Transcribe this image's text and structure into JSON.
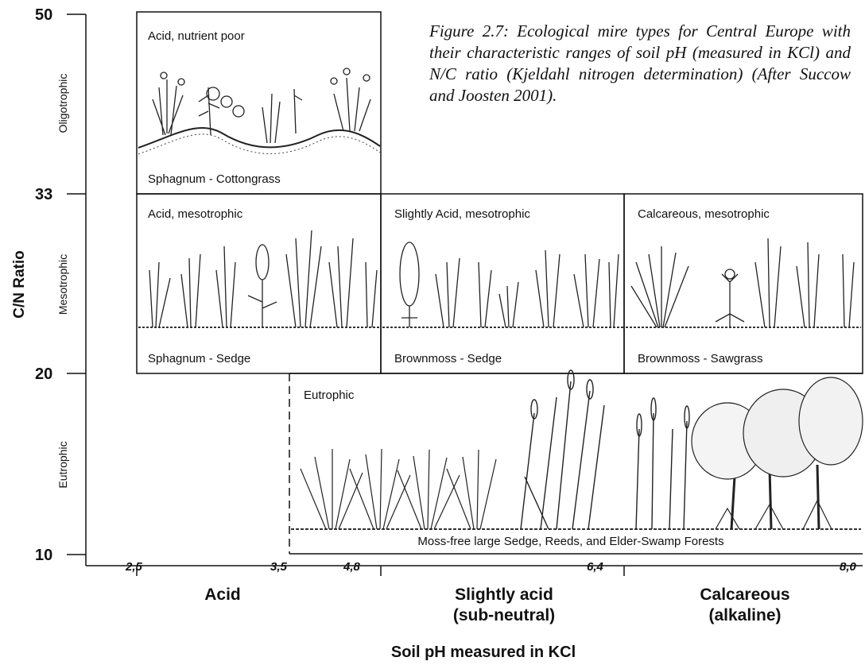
{
  "caption": "Figure 2.7: Ecological mire types for Central Europe with their characteristic ranges of soil pH (measured in KCl) and N/C ratio (Kjeldahl nitrogen determination) (After Succow and Joosten 2001).",
  "y_axis": {
    "title": "C/N Ratio",
    "ticks": [
      "50",
      "33",
      "20",
      "10"
    ],
    "zones": [
      "Oligotrophic",
      "Mesotrophic",
      "Eutrophic"
    ]
  },
  "x_axis": {
    "title": "Soil pH measured in KCl",
    "ticks": [
      "2,5",
      "3,5",
      "4,8",
      "6,4",
      "8,0"
    ],
    "categories": [
      {
        "line1": "Acid",
        "line2": ""
      },
      {
        "line1": "Slightly acid",
        "line2": "(sub-neutral)"
      },
      {
        "line1": "Calcareous",
        "line2": "(alkaline)"
      }
    ]
  },
  "boxes": {
    "oligo_acid": {
      "top": "Acid, nutrient poor",
      "bottom": "Sphagnum - Cottongrass"
    },
    "meso_acid": {
      "top": "Acid, mesotrophic",
      "bottom": "Sphagnum - Sedge"
    },
    "meso_slightly": {
      "top": "Slightly Acid, mesotrophic",
      "bottom": "Brownmoss - Sedge"
    },
    "meso_calc": {
      "top": "Calcareous, mesotrophic",
      "bottom": "Brownmoss - Sawgrass"
    },
    "eutrophic": {
      "top": "Eutrophic",
      "bottom": "Moss-free large Sedge, Reeds, and Elder-Swamp Forests"
    }
  }
}
